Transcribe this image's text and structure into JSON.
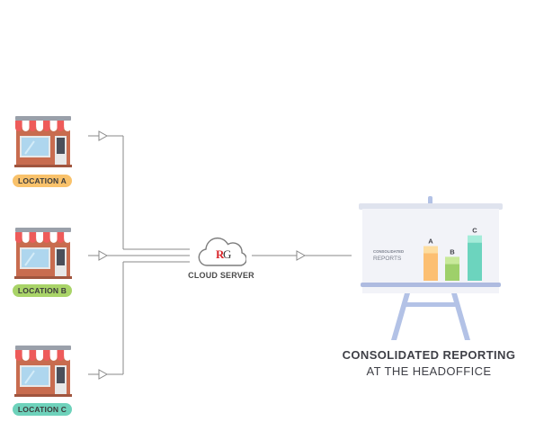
{
  "locations": [
    {
      "label": "LOCATION A",
      "color": "#f9c26b"
    },
    {
      "label": "LOCATION B",
      "color": "#a9d468"
    },
    {
      "label": "LOCATION C",
      "color": "#6ed2bb"
    }
  ],
  "cloud": {
    "logo_r": "R",
    "logo_g": "G",
    "label": "CLOUD SERVER",
    "logo_r_color": "#d9262b"
  },
  "board": {
    "small_caption": "CONSOLIDATED",
    "reports_caption": "REPORTS",
    "bars": [
      {
        "label": "A",
        "value": 0.55,
        "top_color": "#fddda0",
        "color": "#fcbf72"
      },
      {
        "label": "B",
        "value": 0.38,
        "top_color": "#c8e99a",
        "color": "#9ed06a"
      },
      {
        "label": "C",
        "value": 0.72,
        "top_color": "#a4ecd9",
        "color": "#6cd4be"
      }
    ]
  },
  "headline": {
    "line1": "CONSOLIDATED REPORTING",
    "line2": "AT THE HEADOFFICE"
  },
  "colors": {
    "connector": "#8a8a8a",
    "board_bg": "#f2f3f8",
    "board_frame": "#c3c8d8",
    "awning_red": "#ee5b5a",
    "brick": "#c86c4f",
    "window_blue": "#aed6ee"
  }
}
